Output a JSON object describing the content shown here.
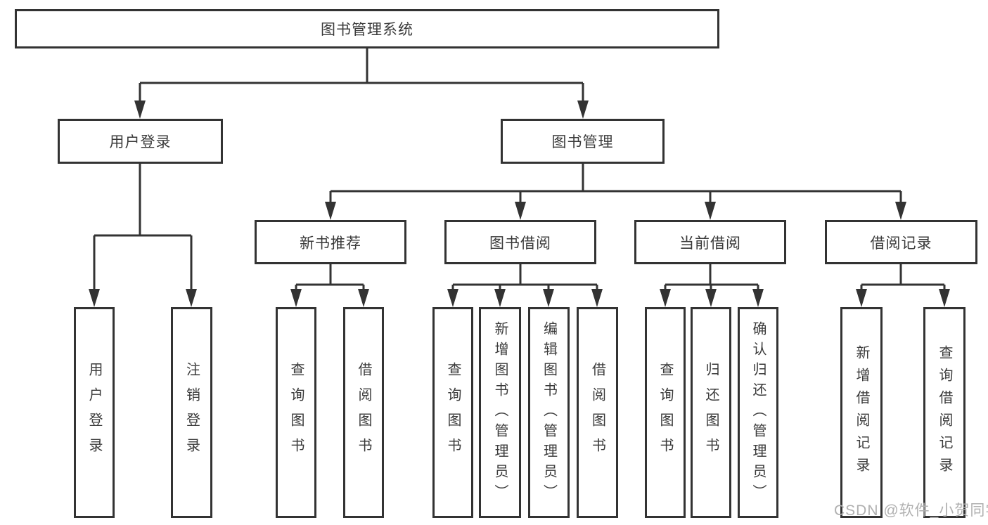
{
  "diagram": {
    "root": {
      "label": "图书管理系统"
    },
    "level2": {
      "user_login": {
        "label": "用户登录"
      },
      "book_management": {
        "label": "图书管理"
      }
    },
    "level3": {
      "new_book_recommend": {
        "label": "新书推荐"
      },
      "book_borrow": {
        "label": "图书借阅"
      },
      "current_borrow": {
        "label": "当前借阅"
      },
      "borrow_record": {
        "label": "借阅记录"
      }
    },
    "leaves": {
      "user_login_leaf": {
        "label": "用户登录"
      },
      "logout_login": {
        "label": "注销登录"
      },
      "query_book_recommend": {
        "label": "查询图书"
      },
      "borrow_book_recommend": {
        "label": "借阅图书"
      },
      "query_book_borrow": {
        "label": "查询图书"
      },
      "add_book_admin": {
        "label": "新增图书（管理员）"
      },
      "edit_book_admin": {
        "label": "编辑图书（管理员）"
      },
      "borrow_book_borrow": {
        "label": "借阅图书"
      },
      "query_book_current": {
        "label": "查询图书"
      },
      "return_book": {
        "label": "归还图书"
      },
      "confirm_return_admin": {
        "label": "确认归还（管理员）"
      },
      "add_borrow_record": {
        "label": "新增借阅记录"
      },
      "query_borrow_record": {
        "label": "查询借阅记录"
      }
    }
  },
  "watermark": {
    "text": "CSDN @软件_小贺同学"
  },
  "colors": {
    "line": "#333333",
    "box_border": "#333333",
    "text": "#3a3a3a",
    "watermark": "#b0b0b0",
    "background": "#ffffff"
  }
}
